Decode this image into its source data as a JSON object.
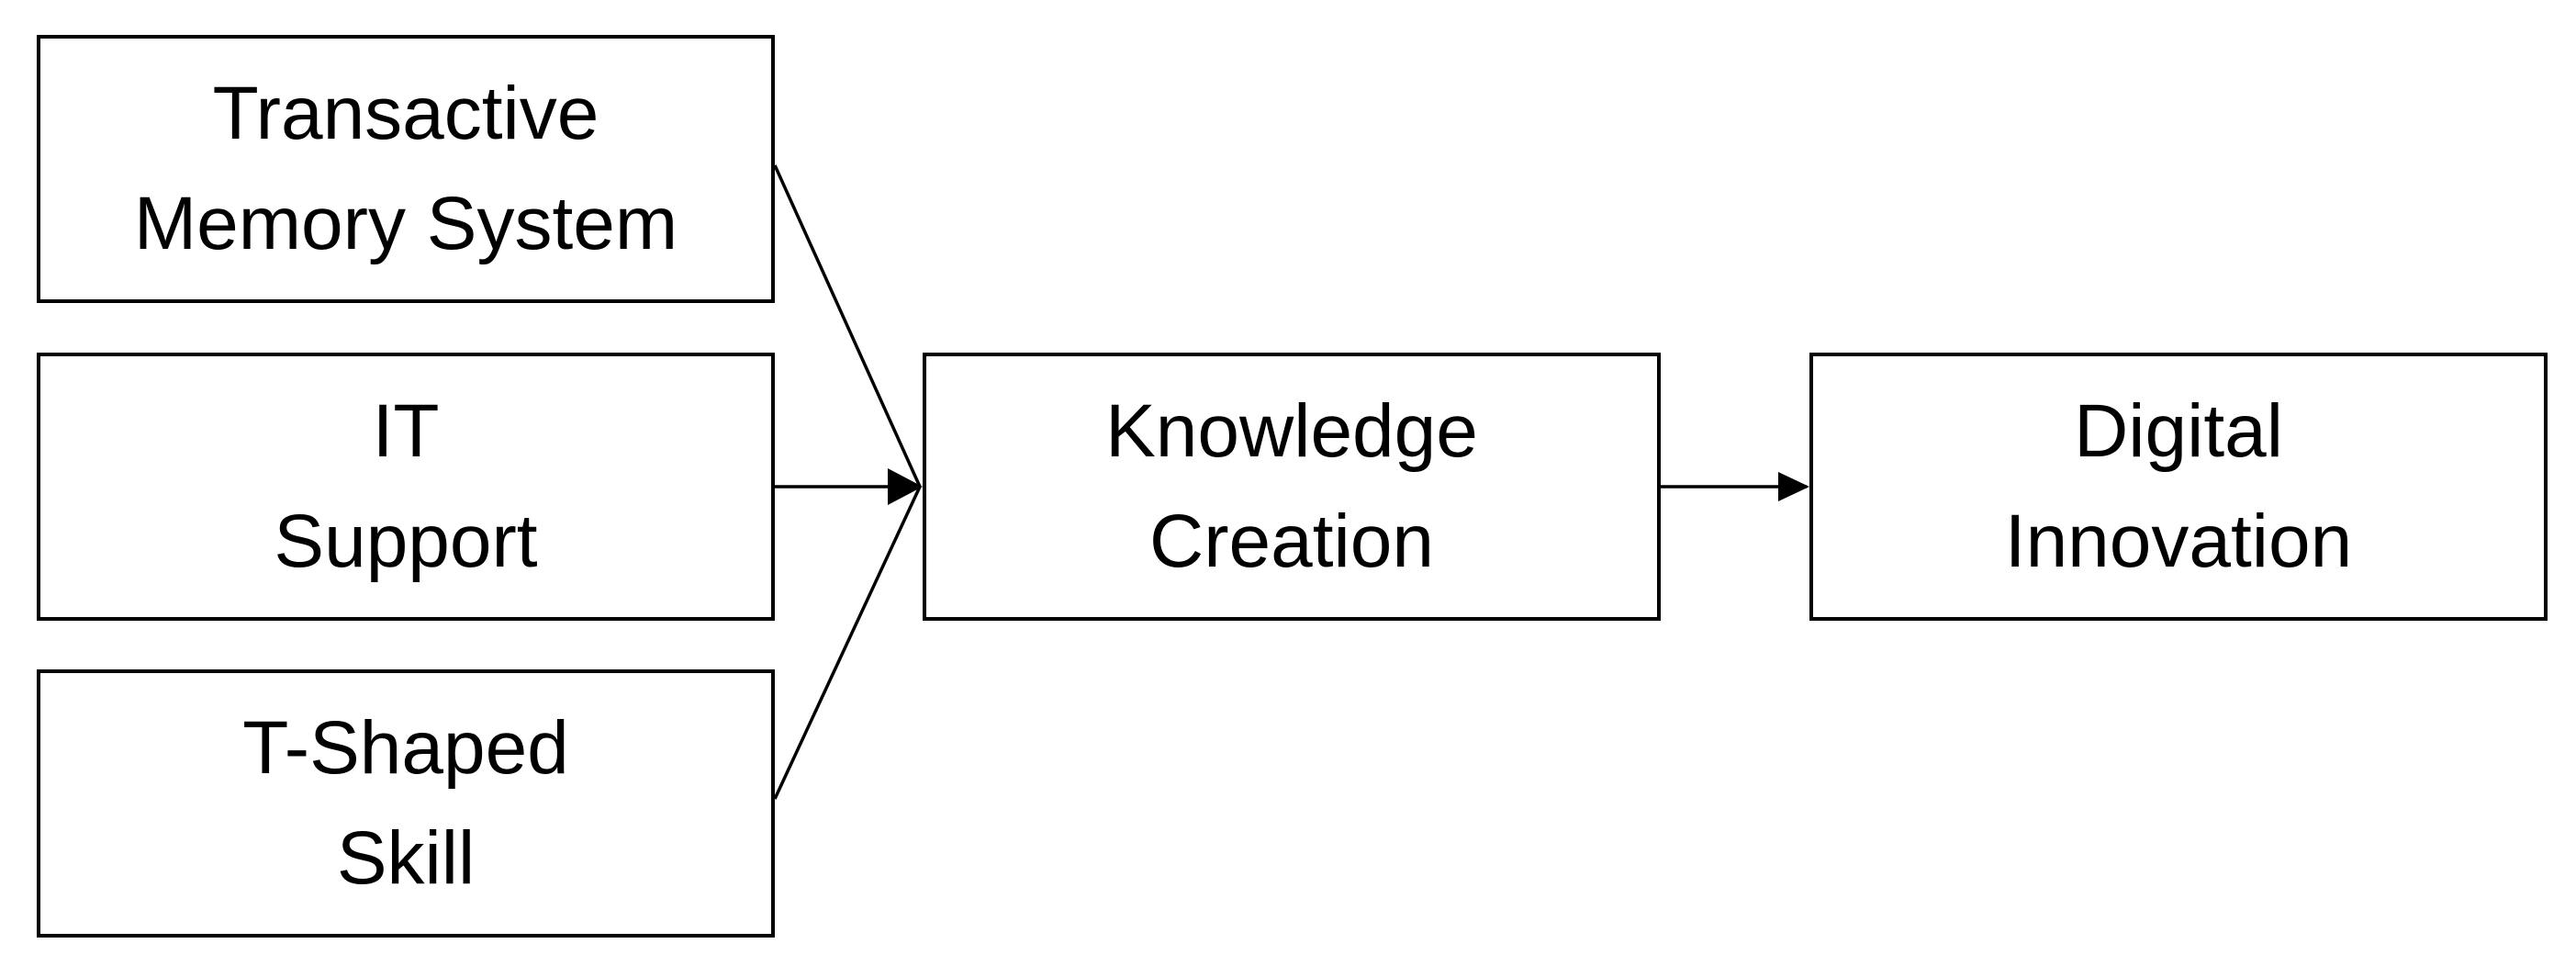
{
  "nodes": {
    "tms": {
      "line1": "Transactive",
      "line2": "Memory System"
    },
    "it": {
      "line1": "IT",
      "line2": "Support"
    },
    "ts": {
      "line1": "T-Shaped",
      "line2": "Skill"
    },
    "kc": {
      "line1": "Knowledge",
      "line2": "Creation"
    },
    "di": {
      "line1": "Digital",
      "line2": "Innovation"
    }
  },
  "edges": [
    {
      "from": "Transactive Memory System",
      "to": "Knowledge Creation"
    },
    {
      "from": "IT Support",
      "to": "Knowledge Creation"
    },
    {
      "from": "T-Shaped Skill",
      "to": "Knowledge Creation"
    },
    {
      "from": "Knowledge Creation",
      "to": "Digital Innovation"
    }
  ],
  "colors": {
    "stroke": "#000000",
    "background": "#ffffff",
    "text": "#000000"
  }
}
